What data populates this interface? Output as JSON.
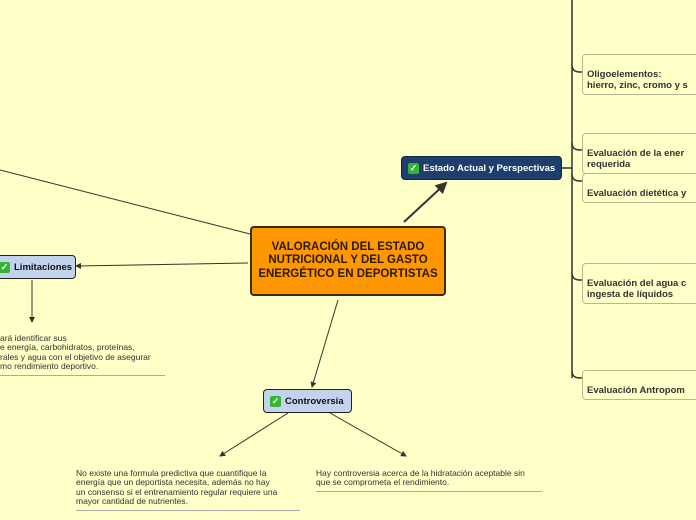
{
  "central": {
    "text": "VALORACIÓN DEL ESTADO NUTRICIONAL Y DEL GASTO ENERGÉTICO EN DEPORTISTAS"
  },
  "topics": {
    "estado": {
      "label": "Estado Actual y Perspectivas"
    },
    "limitaciones": {
      "label": "Limitaciones"
    },
    "controversia": {
      "label": "Controversia"
    }
  },
  "subtopics": [
    {
      "label": "Oligoelementos:\nhierro, zinc, cromo y s"
    },
    {
      "label": "Evaluación de la ener\nrequerida"
    },
    {
      "label": "Evaluación dietética y"
    },
    {
      "label": "Evaluación del agua c\ningesta de líquidos"
    },
    {
      "label": "Evaluación Antropom"
    }
  ],
  "notes": {
    "limitaciones": "ará identificar sus\ne energía, carbohidratos, proteínas,\nrales y agua con el objetivo de asegurar\nmo rendimiento deportivo.",
    "controversia_left": "No existe una formula predictiva que cuantifique la\nenergía que un deportista necesita, además  no hay\nun consenso si el entrenamiento regular requiere una\nmayor cantidad de nutrientes.",
    "controversia_right": "Hay controversia acerca de la hidratación aceptable sin\nque se comprometa el rendimiento."
  },
  "colors": {
    "background": "#ffffc8",
    "central": "#ff9800",
    "topic_dark": "#1e3f6e",
    "topic_light": "#c3d3ee",
    "check": "#35b535"
  }
}
